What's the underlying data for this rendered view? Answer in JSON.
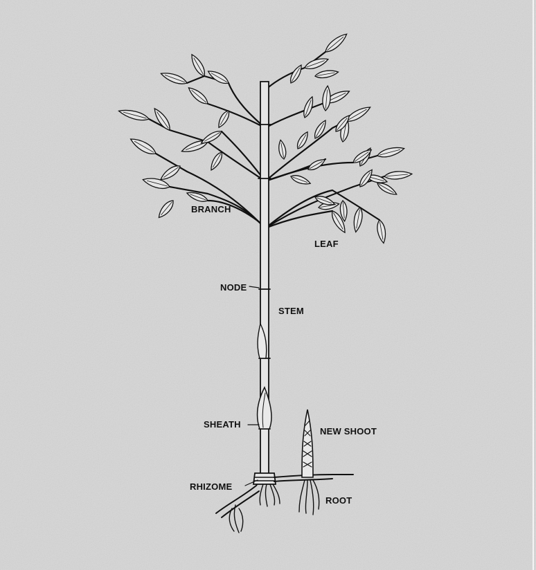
{
  "diagram": {
    "labels": {
      "branch": "BRANCH",
      "leaf": "LEAF",
      "node": "NODE",
      "stem": "STEM",
      "sheath": "SHEATH",
      "new_shoot": "NEW SHOOT",
      "rhizome": "RHIZOME",
      "root": "ROOT"
    },
    "colors": {
      "background": "#d6d6d6",
      "ink": "#111111",
      "leaf_fill": "#e6e6e6"
    }
  }
}
